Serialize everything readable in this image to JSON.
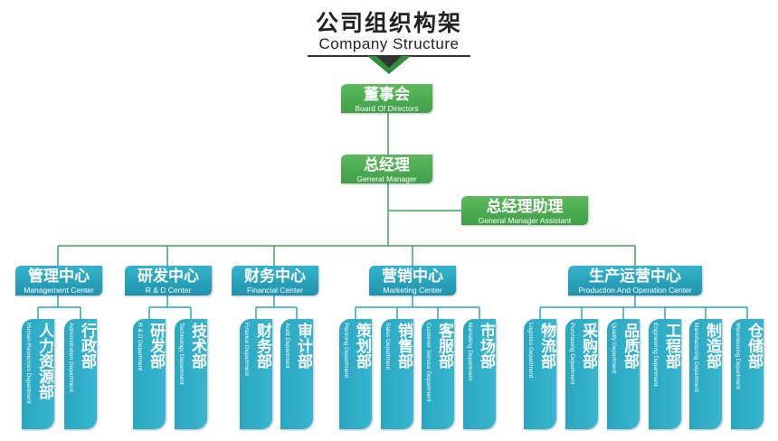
{
  "header": {
    "title_zh": "公司组织构架",
    "title_en": "Company Structure"
  },
  "colors": {
    "exec_green": "#4cae50",
    "center_blue": "#2aa6c1",
    "connector": "#3fa35a"
  },
  "executives": [
    {
      "zh": "董事会",
      "en": "Board Of Directors"
    },
    {
      "zh": "总经理",
      "en": "General Manager"
    },
    {
      "zh": "总经理助理",
      "en": "General Manager Assistant"
    }
  ],
  "centers": [
    {
      "zh": "管理中心",
      "en": "Management Center",
      "departments": [
        {
          "zh": "人力资源部",
          "en": "Human Resources Department"
        },
        {
          "zh": "行政部",
          "en": "Administration Department"
        }
      ]
    },
    {
      "zh": "研发中心",
      "en": "R & D Center",
      "departments": [
        {
          "zh": "研发部",
          "en": "R & D Department"
        },
        {
          "zh": "技术部",
          "en": "Technology Department"
        }
      ]
    },
    {
      "zh": "财务中心",
      "en": "Financial Center",
      "departments": [
        {
          "zh": "财务部",
          "en": "Finance Department"
        },
        {
          "zh": "审计部",
          "en": "Audit Department"
        }
      ]
    },
    {
      "zh": "营销中心",
      "en": "Marketing Center",
      "departments": [
        {
          "zh": "策划部",
          "en": "Planning Department"
        },
        {
          "zh": "销售部",
          "en": "Sales Department"
        },
        {
          "zh": "客服部",
          "en": "Customer Service Department"
        },
        {
          "zh": "市场部",
          "en": "Marketing Department"
        }
      ]
    },
    {
      "zh": "生产运营中心",
      "en": "Production And Operation Center",
      "departments": [
        {
          "zh": "物流部",
          "en": "Logistics Department"
        },
        {
          "zh": "采购部",
          "en": "Purchasing Department"
        },
        {
          "zh": "品质部",
          "en": "Quality Department"
        },
        {
          "zh": "工程部",
          "en": "Engineering Department"
        },
        {
          "zh": "制造部",
          "en": "Manufacturing Department"
        },
        {
          "zh": "仓储部",
          "en": "Warehousing Department"
        }
      ]
    }
  ]
}
